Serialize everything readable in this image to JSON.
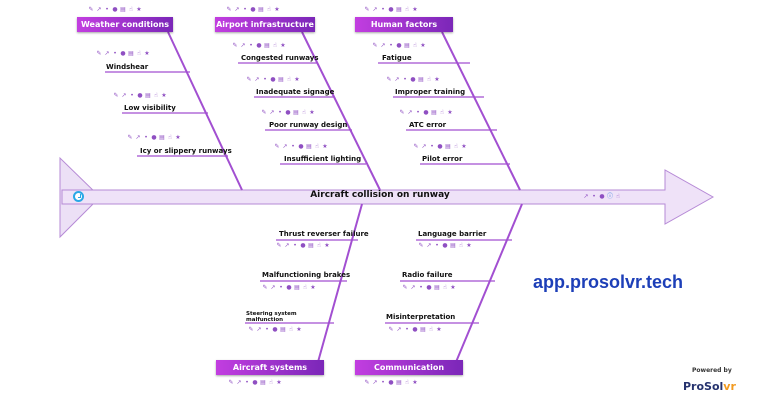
{
  "diagram": {
    "head": "Aircraft collision on runway",
    "categories": [
      {
        "label": "Weather conditions",
        "causes": [
          "Windshear",
          "Low visibility",
          "Icy or slippery runways"
        ]
      },
      {
        "label": "Airport infrastructure",
        "causes": [
          "Congested runways",
          "Inadequate signage",
          "Poor runway design",
          "Insufficient lighting"
        ]
      },
      {
        "label": "Human factors",
        "causes": [
          "Fatigue",
          "Improper training",
          "ATC error",
          "Pilot error"
        ]
      },
      {
        "label": "Aircraft systems",
        "causes": [
          "Thrust reverser failure",
          "Malfunctioning brakes",
          "Steering system malfunction"
        ]
      },
      {
        "label": "Communication",
        "causes": [
          "Language barrier",
          "Radio failure",
          "Misinterpretation"
        ]
      }
    ]
  },
  "toolbar_icons": [
    "edit-icon",
    "link-icon",
    "lightbulb-icon",
    "user-icon",
    "document-icon",
    "thumbs-up-icon",
    "star-icon"
  ],
  "head_icons": [
    "link-icon",
    "lightbulb-icon",
    "user-icon",
    "info-icon",
    "thumbs-up-icon"
  ],
  "brand": {
    "url": "app.prosolvr.tech",
    "powered_by": "Powered by",
    "logo_main": "ProSol",
    "logo_accent": "vr"
  },
  "colors": {
    "spine": "#a24fd1",
    "category_start": "#c23ee0",
    "category_end": "#7b27b8",
    "brand_blue": "#1d3fb8",
    "logo_orange": "#f29a1f"
  }
}
